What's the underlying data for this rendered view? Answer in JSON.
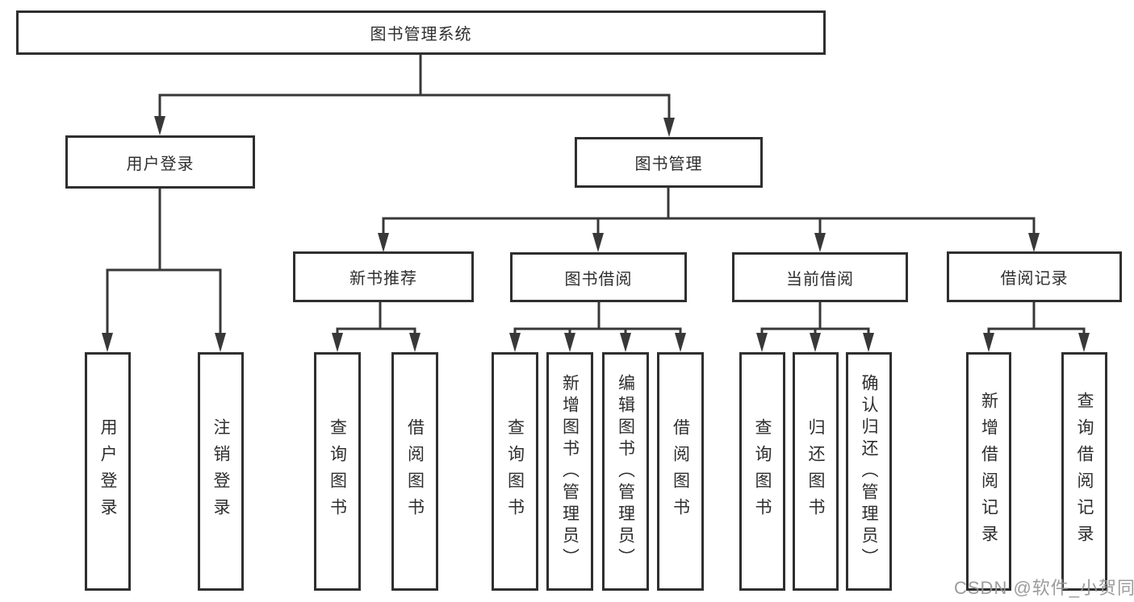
{
  "diagram": {
    "root": {
      "label": "图书管理系统",
      "children": [
        {
          "label": "用户登录",
          "children": [
            {
              "label": "用户登录"
            },
            {
              "label": "注销登录"
            }
          ]
        },
        {
          "label": "图书管理",
          "children": [
            {
              "label": "新书推荐",
              "children": [
                {
                  "label": "查询图书"
                },
                {
                  "label": "借阅图书"
                }
              ]
            },
            {
              "label": "图书借阅",
              "children": [
                {
                  "label": "查询图书"
                },
                {
                  "label": "新增图书（管理员）"
                },
                {
                  "label": "编辑图书（管理员）"
                },
                {
                  "label": "借阅图书"
                }
              ]
            },
            {
              "label": "当前借阅",
              "children": [
                {
                  "label": "查询图书"
                },
                {
                  "label": "归还图书"
                },
                {
                  "label": "确认归还（管理员）"
                }
              ]
            },
            {
              "label": "借阅记录",
              "children": [
                {
                  "label": "新增借阅记录"
                },
                {
                  "label": "查询借阅记录"
                }
              ]
            }
          ]
        }
      ]
    }
  },
  "watermark": {
    "text": "CSDN @软件_小贺同学"
  },
  "colors": {
    "line": "#383838",
    "box_border": "#2f2f2f",
    "text": "#2e2e2e",
    "watermark": "#949494",
    "background": "#ffffff"
  }
}
